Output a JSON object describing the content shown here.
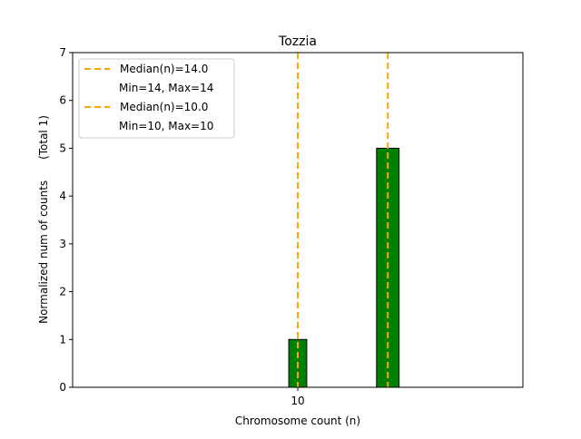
{
  "chart_data": {
    "type": "bar",
    "title": "Tozzia",
    "xlabel": "Chromosome count (n)",
    "ylabel": "Normalized num of counts      (Total 1)",
    "xlim": [
      0,
      20
    ],
    "ylim": [
      0,
      7
    ],
    "yticks": [
      0,
      1,
      2,
      3,
      4,
      5,
      6,
      7
    ],
    "xticks": [
      10
    ],
    "bar_color": "#008000",
    "median_color": "#FFA500",
    "baseline_range": [
      0,
      17.6
    ],
    "bars": [
      {
        "x": 10,
        "width": 0.8,
        "value": 1
      },
      {
        "x": 14,
        "width": 1.0,
        "value": 5
      }
    ],
    "medians": [
      14.0,
      10.0
    ],
    "legend": {
      "placement": "top-left",
      "entries": [
        {
          "label": "Median(n)=14.0",
          "sub": "Min=14, Max=14"
        },
        {
          "label": "Median(n)=10.0",
          "sub": "Min=10, Max=10"
        }
      ]
    }
  }
}
